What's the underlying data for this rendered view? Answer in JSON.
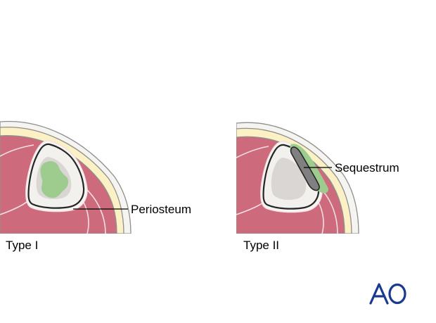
{
  "panels": [
    {
      "caption": "Type I",
      "label": "Periosteum"
    },
    {
      "caption": "Type II",
      "label": "Sequestrum"
    }
  ],
  "logo": {
    "text": "AO"
  },
  "colors": {
    "muscle": "#cd6b7c",
    "muscle_line": "#f3dfe3",
    "fat": "#fbf1c4",
    "skin": "#f6f4f1",
    "skin_edge": "#8f8f8f",
    "bone": "#f3f1ee",
    "cortex_outline": "#262626",
    "marrow": "#d9d6d3",
    "infection": "#9dcc8e",
    "sequestrum": "#808080",
    "logo": "#1a3a8f"
  }
}
